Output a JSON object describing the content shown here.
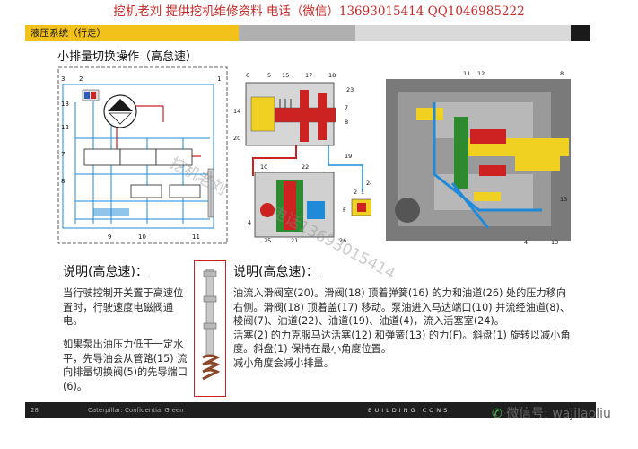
{
  "header": {
    "banner": "挖机老刘    提供挖机维修资料  电话（微信）13693015414     QQ1046985222",
    "section": "液压系统（行走）"
  },
  "main": {
    "subtitle": "小排量切换操作（高怠速）",
    "left_heading": "说明(高怠速)：",
    "left_para1": "当行驶控制开关置于高速位置时，行驶速度电磁阀通电。",
    "left_para2": "如果泵出油压力低于一定水平，先导油会从管路(15) 流向排量切换阀(5)的先导端口(6)。",
    "right_heading": "说明(高怠速)：",
    "right_para": "油流入滑阀室(20)。滑阀(18) 顶着弹簧(16) 的力和油道(26) 处的压力移向右侧。滑阀(18) 顶着盖(17) 移动。泵油进入马达端口(10) 并流经油道(8)、梭阀(7)、油道(22)、油道(19)、油道(4)，流入活塞室(24)。\n活塞(2) 的力克服马达活塞(12) 和弹簧(13) 的力(F)。斜盘(1) 旋转以减小角度。斜盘(1) 保持在最小角度位置。\n减小角度会减小排量。"
  },
  "footer": {
    "page_number": "28",
    "confidential": "Caterpillar: Confidential Green",
    "building": "BUILDING CONS",
    "wechat": "微信号: wajilaoliu"
  },
  "watermark": {
    "text1": "挖机老刘",
    "text2": "电话13693015414"
  },
  "schematic_labels": [
    "3",
    "2",
    "13",
    "1",
    "12",
    "7",
    "8",
    "9",
    "10",
    "11"
  ],
  "valve_labels": [
    "6",
    "5",
    "15",
    "17",
    "18",
    "23",
    "14",
    "20",
    "7",
    "8",
    "19",
    "10",
    "22",
    "F",
    "2",
    "1",
    "24",
    "4",
    "25",
    "21",
    "26"
  ],
  "motor_labels": [
    "11",
    "12",
    "8",
    "13",
    "4",
    "13"
  ]
}
